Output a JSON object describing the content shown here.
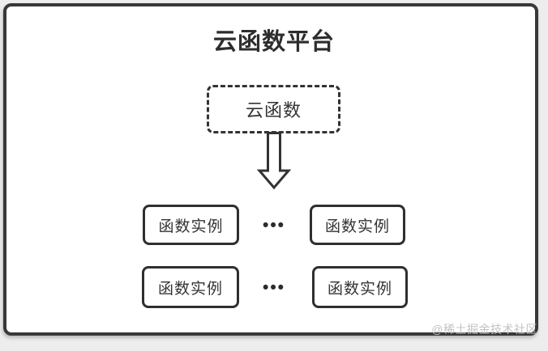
{
  "diagram": {
    "title": "云函数平台",
    "cloud_function_label": "云函数",
    "instance_labels": [
      "函数实例",
      "函数实例",
      "函数实例",
      "函数实例"
    ],
    "ellipsis": "•••",
    "watermark": "@稀土掘金技术社区",
    "colors": {
      "border": "#333333",
      "text": "#333333",
      "card_background": "#ffffff",
      "page_background": "#ededed",
      "watermark_text": "#c3c3c3"
    }
  }
}
